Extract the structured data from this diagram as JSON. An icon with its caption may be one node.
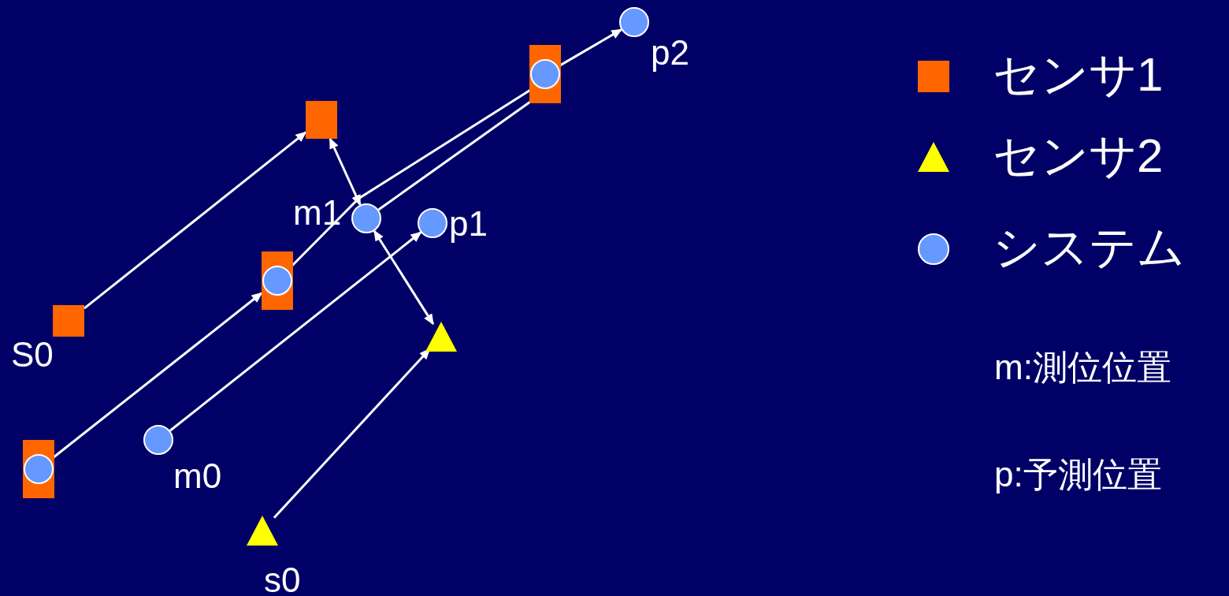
{
  "diagram": {
    "nodes": [
      {
        "text": [],
        "shape": "box",
        "beside": [
          "S0"
        ]
      },
      {
        "text": [],
        "shape": "box"
      },
      {
        "text": [],
        "shape": "box"
      },
      {
        "text": [],
        "shape": "circle",
        "in": 2
      },
      {
        "text": [],
        "shape": "circle",
        "beside": [
          "m0"
        ]
      },
      {
        "text": [],
        "shape": "box"
      },
      {
        "text": [],
        "shape": "circle",
        "in": 5
      },
      {
        "text": [],
        "shape": "circle",
        "beside": [
          "m1"
        ]
      },
      {
        "text": [],
        "shape": "circle",
        "beside": [
          "p1"
        ]
      },
      {
        "text": [],
        "shape": "triangle"
      },
      {
        "text": [],
        "shape": "triangle",
        "beside": [
          "s0"
        ]
      },
      {
        "text": [],
        "shape": "box"
      },
      {
        "text": [],
        "shape": "circle",
        "in": 11
      },
      {
        "text": [],
        "shape": "circle",
        "beside": [
          "p2"
        ]
      }
    ],
    "edges": [
      {
        "from": 0,
        "to": 1,
        "arrow": "to"
      },
      {
        "from": 3,
        "to": 5,
        "arrow": "to"
      },
      {
        "from": 4,
        "to": 8,
        "arrow": "to"
      },
      {
        "from": 10,
        "to": 9,
        "arrow": "to"
      },
      {
        "from": 6,
        "to": 12,
        "arrow": "none"
      },
      {
        "from": 7,
        "to": 12,
        "arrow": "none"
      },
      {
        "from": 12,
        "to": 13,
        "arrow": "to"
      },
      {
        "from": 1,
        "to": 7,
        "arrow": "both"
      },
      {
        "from": 7,
        "to": 9,
        "arrow": "both"
      }
    ],
    "labels": [
      "m:測位位置",
      "p:予測位置"
    ],
    "legend": [
      {
        "text": "センサ1",
        "color": "#ff6600"
      },
      {
        "text": "センサ2",
        "color": "#ffff00"
      },
      {
        "text": "システム",
        "color": "#6699ff"
      }
    ]
  }
}
